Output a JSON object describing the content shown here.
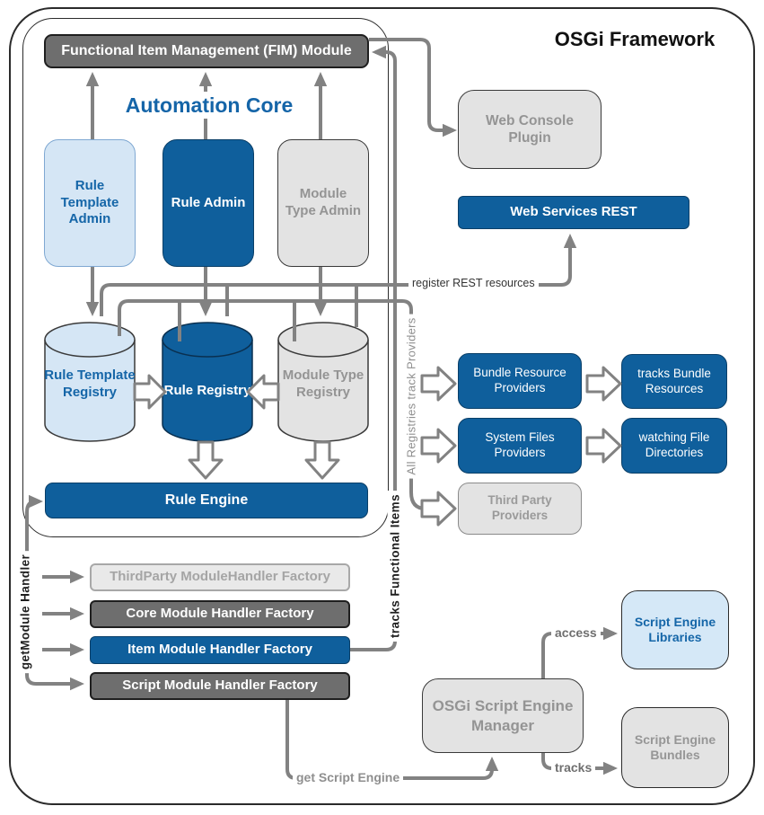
{
  "frame": {
    "title": "OSGi Framework"
  },
  "core": {
    "title": "Automation Core",
    "fim_label": "Functional Item Management (FIM) Module",
    "admins": [
      {
        "label": "Rule Template Admin"
      },
      {
        "label": "Rule Admin"
      },
      {
        "label": "Module Type Admin"
      }
    ],
    "registries": [
      {
        "label": "Rule Template Registry"
      },
      {
        "label": "Rule Registry"
      },
      {
        "label": "Module Type Registry"
      }
    ],
    "rule_engine_label": "Rule Engine"
  },
  "right_panel": {
    "web_console_label": "Web Console Plugin",
    "web_services_label": "Web Services REST",
    "providers": [
      {
        "label": "Bundle Resource Providers"
      },
      {
        "label": "System Files Providers"
      },
      {
        "label": "Third Party Providers"
      }
    ],
    "trackers": [
      {
        "label": "tracks Bundle Resources"
      },
      {
        "label": "watching File Directories"
      }
    ]
  },
  "factories": [
    {
      "label": "ThirdParty ModuleHandler Factory"
    },
    {
      "label": "Core Module Handler Factory"
    },
    {
      "label": "Item Module Handler Factory"
    },
    {
      "label": "Script Module Handler Factory"
    }
  ],
  "script_engine": {
    "manager_label": "OSGi Script Engine Manager",
    "libraries_label": "Script Engine Libraries",
    "bundles_label": "Script Engine Bundles"
  },
  "wire_labels": {
    "register_rest": "register REST resources",
    "all_registries": "All Registries track Providers",
    "tracks_functional": "tracks Functional Items",
    "get_module": "getModule Handler",
    "get_script": "get Script Engine",
    "access": "access",
    "tracks": "tracks"
  },
  "colors": {
    "accent_blue": "#0f5f9c",
    "light_blue": "#d5e6f5",
    "light_gray": "#e3e3e3",
    "dark_gray": "#6e6e6e",
    "wire_gray": "#828282",
    "blue_text": "#1566a8",
    "gray_text": "#949494"
  }
}
